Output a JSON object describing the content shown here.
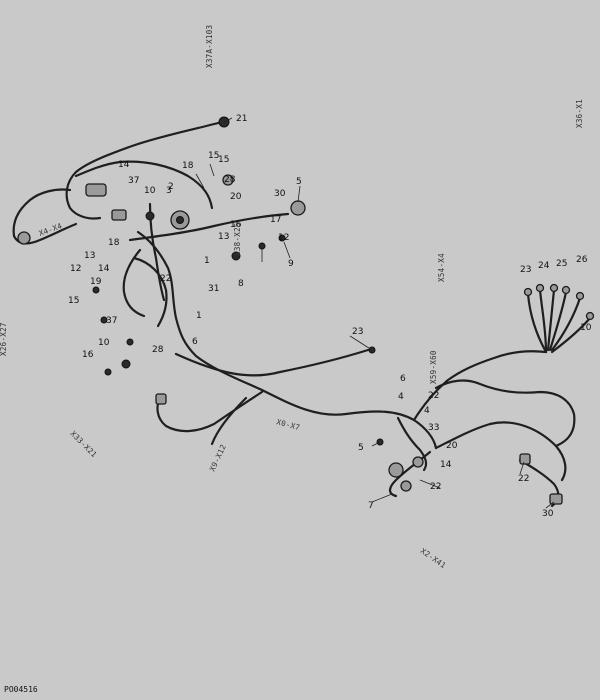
{
  "figure_id": "PO04516",
  "callouts": [
    {
      "text": "21"
    },
    {
      "text": "14"
    },
    {
      "text": "15"
    },
    {
      "text": "37"
    },
    {
      "text": "18"
    },
    {
      "text": "3"
    },
    {
      "text": "28"
    },
    {
      "text": "15"
    },
    {
      "text": "10"
    },
    {
      "text": "18"
    },
    {
      "text": "5"
    },
    {
      "text": "30"
    },
    {
      "text": "17"
    },
    {
      "text": "20"
    },
    {
      "text": "16"
    },
    {
      "text": "13"
    },
    {
      "text": "12"
    },
    {
      "text": "1"
    },
    {
      "text": "8"
    },
    {
      "text": "31"
    },
    {
      "text": "9"
    },
    {
      "text": "22"
    },
    {
      "text": "13"
    },
    {
      "text": "14"
    },
    {
      "text": "12"
    },
    {
      "text": "19"
    },
    {
      "text": "15"
    },
    {
      "text": "37"
    },
    {
      "text": "10"
    },
    {
      "text": "28"
    },
    {
      "text": "16"
    },
    {
      "text": "6"
    },
    {
      "text": "23"
    },
    {
      "text": "4"
    },
    {
      "text": "23"
    },
    {
      "text": "24"
    },
    {
      "text": "25"
    },
    {
      "text": "26"
    },
    {
      "text": "10"
    },
    {
      "text": "5"
    },
    {
      "text": "22"
    },
    {
      "text": "20"
    },
    {
      "text": "14"
    },
    {
      "text": "22"
    },
    {
      "text": "7"
    },
    {
      "text": "22"
    },
    {
      "text": "30"
    },
    {
      "text": "6"
    },
    {
      "text": "4"
    },
    {
      "text": "2"
    },
    {
      "text": "33"
    },
    {
      "text": "1"
    }
  ],
  "connector_tags": [
    {
      "text": "X37A-X103"
    },
    {
      "text": "X36-X1"
    },
    {
      "text": "X54-X4"
    },
    {
      "text": "X26-X27"
    },
    {
      "text": "X33-X21"
    },
    {
      "text": "X0-X7"
    },
    {
      "text": "X9-X12"
    },
    {
      "text": "X2-X41"
    },
    {
      "text": "X4-X4"
    },
    {
      "text": "X38-X25"
    },
    {
      "text": "X59-X60"
    }
  ],
  "colors": {
    "background": "#c9c9c9",
    "ink": "#1f1f1f"
  }
}
